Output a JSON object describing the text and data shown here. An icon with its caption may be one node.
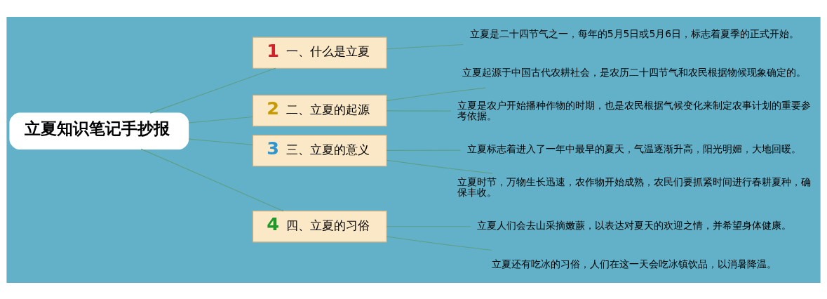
{
  "diagram": {
    "nodes": [
      {
        "text": [
          "立夏知识笔记手抄报"
        ]
      },
      {
        "text": [
          "1",
          "一、什么是立夏"
        ]
      },
      {
        "text": [
          "立夏是二十四节气之一，每年的5月5日或5月6日，标志着夏季的正式开始。"
        ]
      },
      {
        "text": [
          "2",
          "二、立夏的起源"
        ]
      },
      {
        "text": [
          "立夏起源于中国古代农耕社会，是农历二十四节气和农民根据物候现象确定的。"
        ]
      },
      {
        "text": [
          "立夏是农户开始播种作物的时期，也是农民根据气候变化来制定农事计划的重要参考依据。"
        ]
      },
      {
        "text": [
          "3",
          "三、立夏的意义"
        ]
      },
      {
        "text": [
          "立夏标志着进入了一年中最早的夏天，气温逐渐升高，阳光明媚，大地回暖。"
        ]
      },
      {
        "text": [
          "立夏时节，万物生长迅速，农作物开始成熟，农民们要抓紧时间进行春耕夏种，确保丰收。"
        ]
      },
      {
        "text": [
          "4",
          "四、立夏的习俗"
        ]
      },
      {
        "text": [
          "立夏人们会去山采摘嫩蕨，以表达对夏天的欢迎之情，并希望身体健康。"
        ]
      },
      {
        "text": [
          "立夏还有吃冰的习俗，人们在这一天会吃冰镇饮品，以消暑降温。"
        ]
      }
    ],
    "edges": [
      {
        "from": 0,
        "to": 1,
        "arrow": "none"
      },
      {
        "from": 0,
        "to": 3,
        "arrow": "none"
      },
      {
        "from": 0,
        "to": 6,
        "arrow": "none"
      },
      {
        "from": 0,
        "to": 9,
        "arrow": "none"
      },
      {
        "from": 1,
        "to": 2,
        "arrow": "none"
      },
      {
        "from": 3,
        "to": 4,
        "arrow": "none"
      },
      {
        "from": 3,
        "to": 5,
        "arrow": "none"
      },
      {
        "from": 6,
        "to": 7,
        "arrow": "none"
      },
      {
        "from": 6,
        "to": 8,
        "arrow": "none"
      },
      {
        "from": 9,
        "to": 10,
        "arrow": "none"
      },
      {
        "from": 9,
        "to": 11,
        "arrow": "none"
      }
    ]
  }
}
